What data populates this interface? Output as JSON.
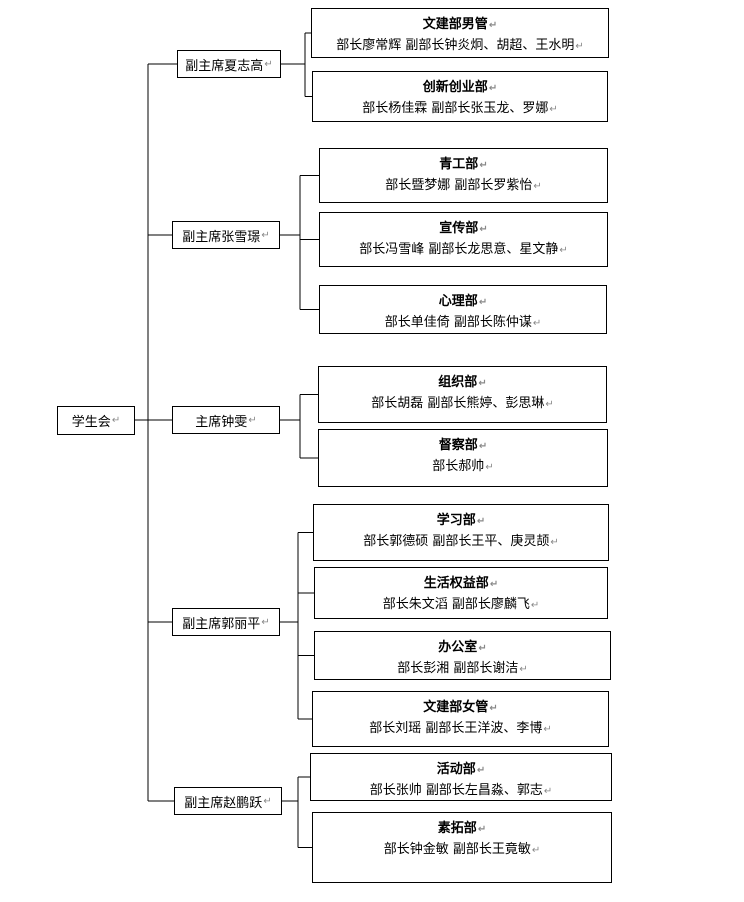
{
  "root": {
    "label": "学生会"
  },
  "return_mark": "↵",
  "branches": [
    {
      "leader": "副主席夏志高",
      "departments": [
        {
          "name": "文建部男管",
          "staff": "部长廖常辉  副部长钟炎炯、胡超、王水明"
        },
        {
          "name": "创新创业部",
          "staff": "部长杨佳霖  副部长张玉龙、罗娜"
        }
      ]
    },
    {
      "leader": "副主席张雪璟",
      "departments": [
        {
          "name": "青工部",
          "staff": "部长暨梦娜  副部长罗紫怡"
        },
        {
          "name": "宣传部",
          "staff": "部长冯雪峰  副部长龙思意、星文静"
        },
        {
          "name": "心理部",
          "staff": "部长单佳倚  副部长陈仲谋"
        }
      ]
    },
    {
      "leader": "主席钟雯",
      "departments": [
        {
          "name": "组织部",
          "staff": "部长胡磊  副部长熊婷、彭思琳"
        },
        {
          "name": "督察部",
          "staff": "部长郝帅"
        }
      ]
    },
    {
      "leader": "副主席郭丽平",
      "departments": [
        {
          "name": "学习部",
          "staff": "部长郭德硕  副部长王平、庚灵颉"
        },
        {
          "name": "生活权益部",
          "staff": "部长朱文滔  副部长廖麟飞"
        },
        {
          "name": "办公室",
          "staff": "部长彭湘  副部长谢洁"
        },
        {
          "name": "文建部女管",
          "staff": "部长刘瑶  副部长王洋波、李博"
        }
      ]
    },
    {
      "leader": "副主席赵鹏跃",
      "departments": [
        {
          "name": "活动部",
          "staff": "部长张帅  副部长左昌淼、郭志"
        },
        {
          "name": "素拓部",
          "staff": "部长钟金敏  副部长王竟敏"
        }
      ]
    }
  ]
}
